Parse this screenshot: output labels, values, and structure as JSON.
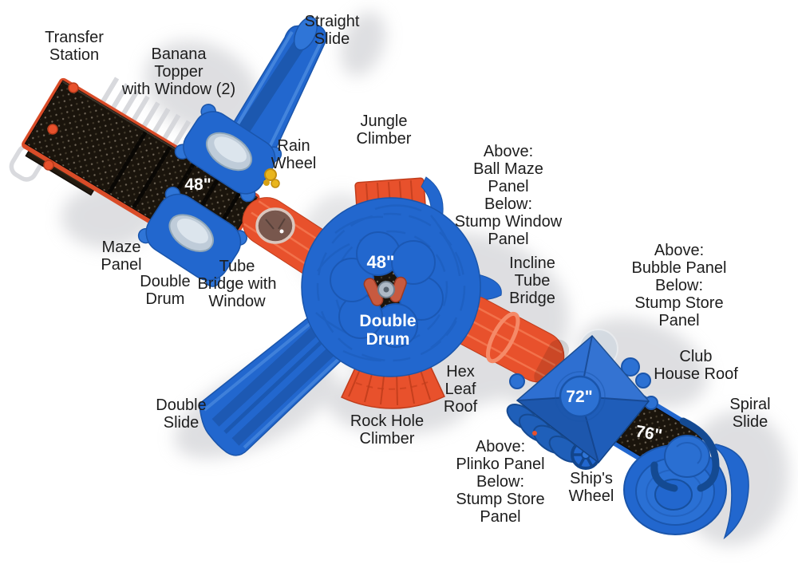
{
  "figure": {
    "type": "product-top-view-diagram",
    "subject": "commercial playground structure, overhead view with part labels"
  },
  "colors": {
    "plastic_blue": "#2267ce",
    "plastic_blue_dark": "#1a55ab",
    "plastic_blue_light": "#4c8ce0",
    "plastic_orange": "#e8512c",
    "plastic_orange_dark": "#bf3c1b",
    "deck_black": "#1a140c",
    "shadow_gray": "#c5c6cb",
    "label_text": "#1d1d1d",
    "measurement_text": "#ffffff",
    "rain_wheel_yellow": "#e9b51c",
    "window_glass": "#c6d2de"
  },
  "labels": [
    {
      "id": "transfer-station",
      "text": "Transfer\nStation"
    },
    {
      "id": "banana-topper",
      "text": "Banana\nTopper\nwith Window (2)"
    },
    {
      "id": "straight-slide",
      "text": "Straight\nSlide"
    },
    {
      "id": "jungle-climber",
      "text": "Jungle\nClimber"
    },
    {
      "id": "rain-wheel",
      "text": "Rain\nWheel"
    },
    {
      "id": "ball-maze-stump-window",
      "text": "Above:\nBall Maze\nPanel\nBelow:\nStump Window\nPanel"
    },
    {
      "id": "maze-panel",
      "text": "Maze\nPanel"
    },
    {
      "id": "double-drum-left",
      "text": "Double\nDrum"
    },
    {
      "id": "tube-bridge-with-window",
      "text": "Tube\nBridge with\nWindow"
    },
    {
      "id": "incline-tube-bridge",
      "text": "Incline\nTube\nBridge"
    },
    {
      "id": "bubble-stump-store",
      "text": "Above:\nBubble Panel\nBelow:\nStump Store\nPanel"
    },
    {
      "id": "club-house-roof",
      "text": "Club\nHouse Roof"
    },
    {
      "id": "double-slide",
      "text": "Double\nSlide"
    },
    {
      "id": "rock-hole-climber",
      "text": "Rock Hole\nClimber"
    },
    {
      "id": "hex-leaf-roof",
      "text": "Hex\nLeaf\nRoof"
    },
    {
      "id": "plinko-stump-store",
      "text": "Above:\nPlinko Panel\nBelow:\nStump Store\nPanel"
    },
    {
      "id": "ships-wheel",
      "text": "Ship's\nWheel"
    },
    {
      "id": "spiral-slide",
      "text": "Spiral\nSlide"
    }
  ],
  "measurements": {
    "ramp_deck_height": "48\"",
    "hex_roof_height": "48\"",
    "hex_roof_feature": "Double\nDrum",
    "club_house_height": "72\"",
    "spiral_deck_height": "76\""
  }
}
